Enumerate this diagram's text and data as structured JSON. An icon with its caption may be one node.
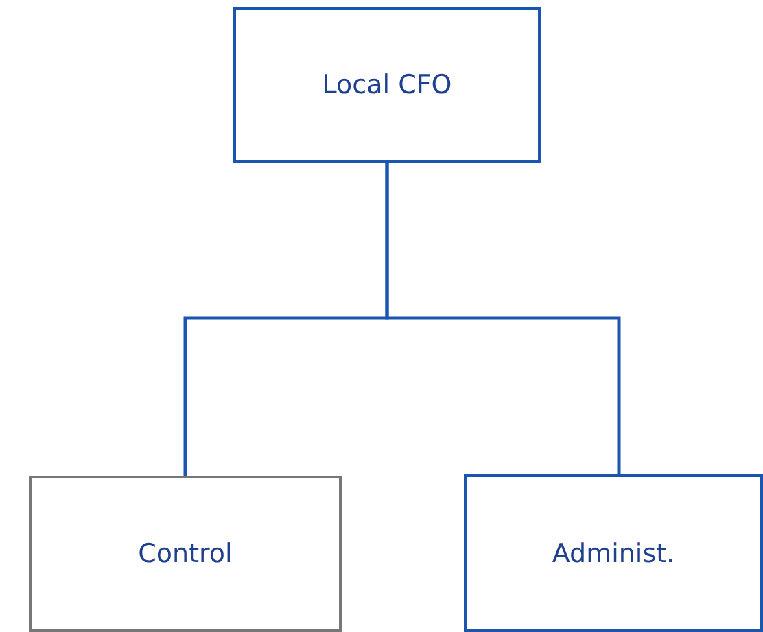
{
  "diagram": {
    "nodes": [
      {
        "text": [
          "Local CFO"
        ]
      },
      {
        "text": [
          "Control"
        ]
      },
      {
        "text": [
          "Administ."
        ]
      }
    ],
    "edges": [
      {
        "from": 0,
        "to": 1,
        "arrow": "none"
      },
      {
        "from": 0,
        "to": 2,
        "arrow": "none"
      }
    ]
  }
}
